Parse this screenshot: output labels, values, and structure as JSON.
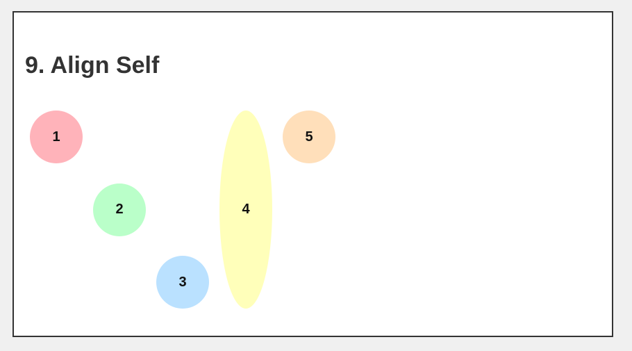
{
  "title": "9. Align Self",
  "items": [
    {
      "label": "1",
      "color": "#ffb3ba",
      "align": "start"
    },
    {
      "label": "2",
      "color": "#baffc9",
      "align": "center"
    },
    {
      "label": "3",
      "color": "#bae1ff",
      "align": "end"
    },
    {
      "label": "4",
      "color": "#ffffba",
      "align": "stretch"
    },
    {
      "label": "5",
      "color": "#ffdfba",
      "align": "baseline"
    }
  ]
}
